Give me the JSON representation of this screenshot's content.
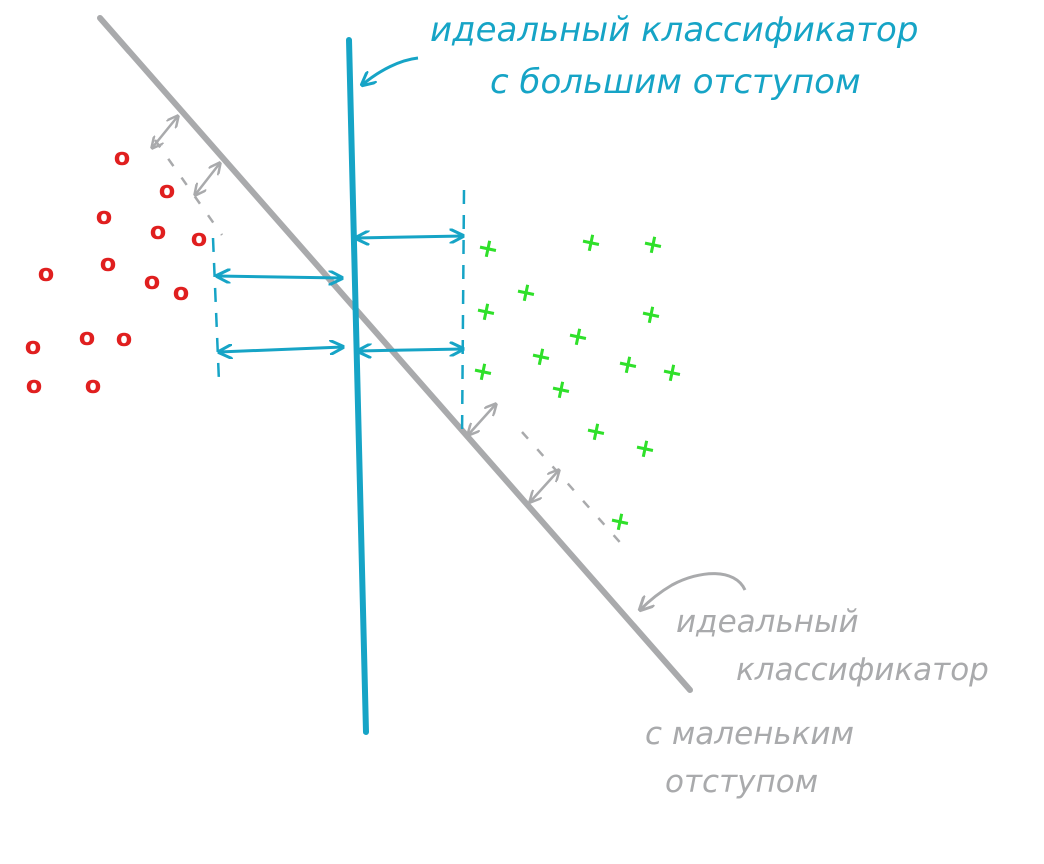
{
  "colors": {
    "large_margin": "#16a4c6",
    "small_margin": "#a9aaac",
    "class_o": "#e01f1f",
    "class_plus": "#2fe02a"
  },
  "labels": {
    "large_margin": {
      "line1": "идеальный классификатор",
      "line2": "с большим отступом"
    },
    "small_margin": {
      "line1": "идеальный",
      "line2": "классификатор",
      "line3": "с маленьким",
      "line4": "отступом"
    }
  },
  "markers": {
    "o": "o",
    "plus": "+"
  }
}
